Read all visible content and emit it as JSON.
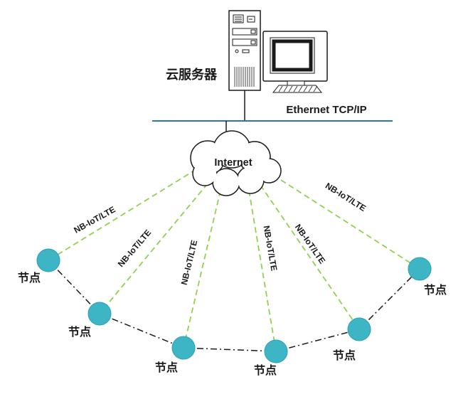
{
  "labels": {
    "server": "云服务器",
    "ethernet": "Ethernet TCP/IP",
    "cloud": "Internet"
  },
  "nodes": [
    {
      "label": "节点"
    },
    {
      "label": "节点"
    },
    {
      "label": "节点"
    },
    {
      "label": "节点"
    },
    {
      "label": "节点"
    },
    {
      "label": "节点"
    }
  ],
  "wireless_links": [
    {
      "label": "NB-IoT/LTE"
    },
    {
      "label": "NB-IoT/LTE"
    },
    {
      "label": "NB-IoT/LTE"
    },
    {
      "label": "NB-IoT/LTE"
    },
    {
      "label": "NB-IoT/LTE"
    },
    {
      "label": "NB-IoT/LTE"
    }
  ],
  "colors": {
    "node_fill": "#3EB5C4",
    "node_stroke": "#2BA0B0",
    "wireless_link": "#92D050",
    "ethernet_line": "#2E74B5",
    "chain_line": "#1A1A1A",
    "text": "#1A1A1A"
  }
}
